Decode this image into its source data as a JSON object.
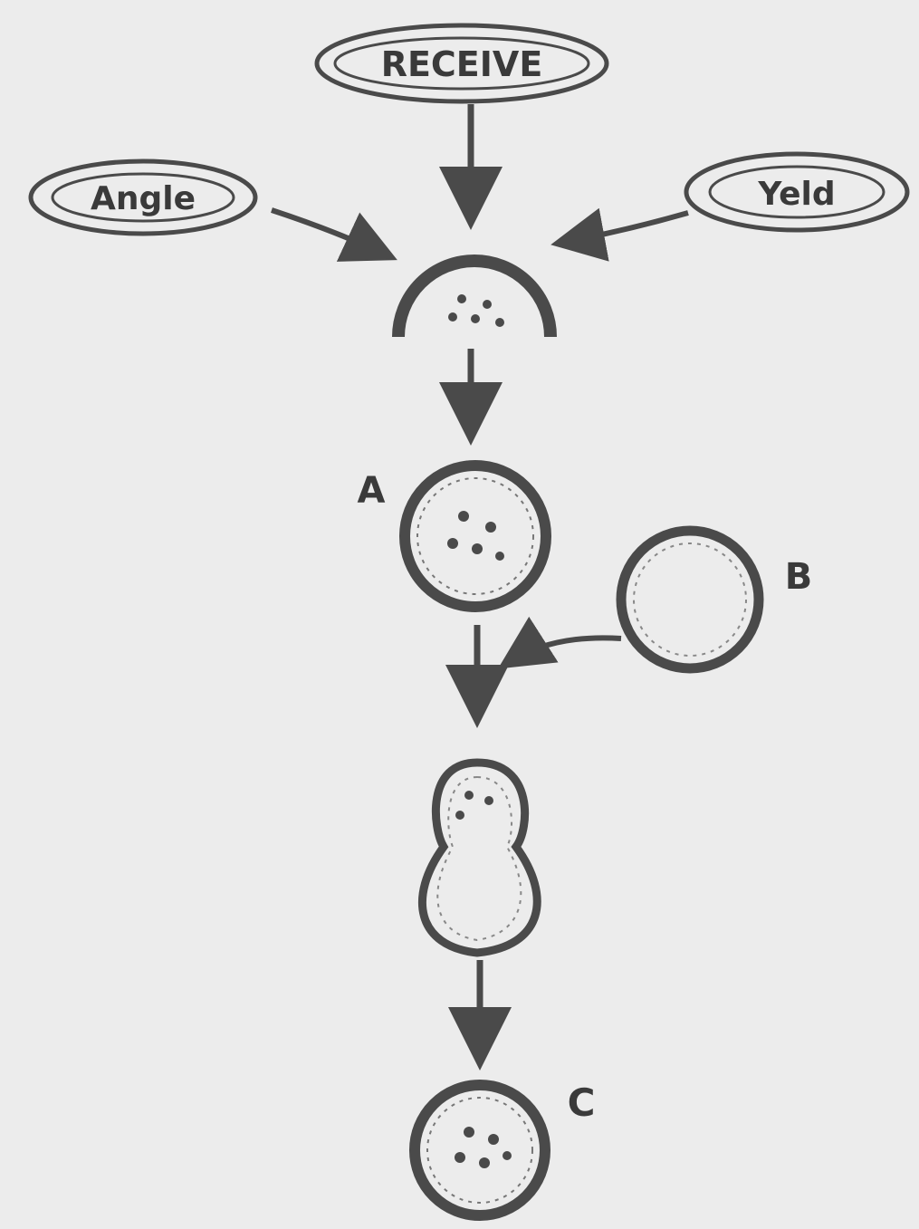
{
  "diagram": {
    "top_oval_text": "RECEIVE",
    "left_oval_text": "Angle",
    "right_oval_text": "Yeld",
    "node_a_label": "A",
    "node_b_label": "B",
    "node_c_label": "C"
  },
  "colors": {
    "background": "#ececec",
    "stroke": "#4a4a4a",
    "text": "#3a3a3a"
  }
}
